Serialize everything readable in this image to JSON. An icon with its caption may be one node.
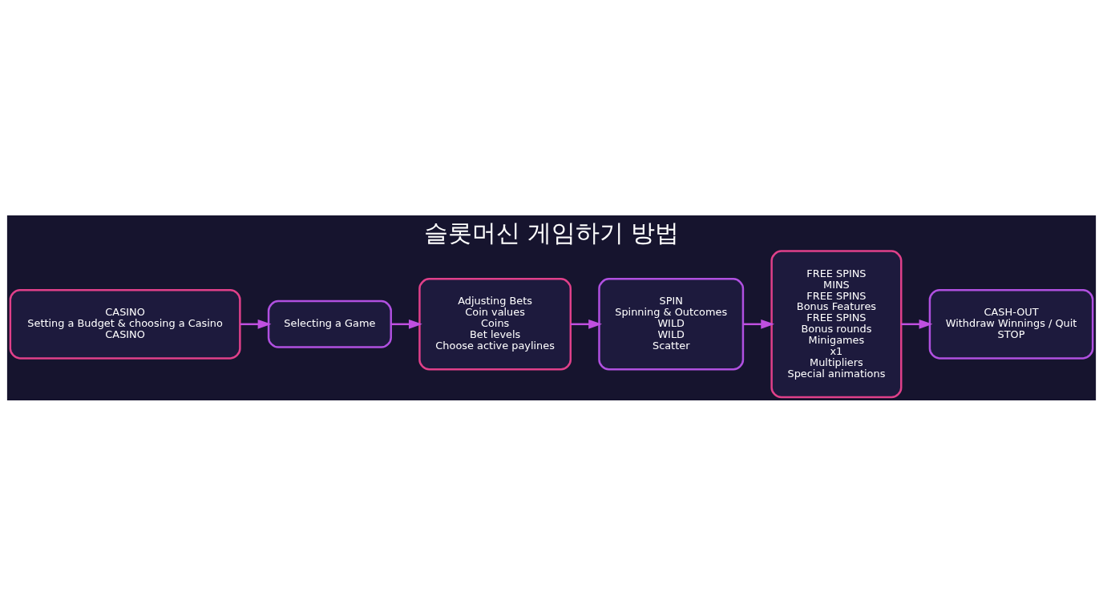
{
  "diagram": {
    "title": "슬롯머신 게임하기 방법",
    "nodes": [
      {
        "text": [
          "CASINO",
          "Setting a Budget & choosing a Casino",
          "CASINO"
        ]
      },
      {
        "text": [
          "Selecting a Game"
        ]
      },
      {
        "text": [
          "Adjusting Bets",
          "Coin values",
          "Coins",
          "Bet levels",
          "Choose active paylines"
        ]
      },
      {
        "text": [
          "SPIN",
          "Spinning & Outcomes",
          "WILD",
          "WILD",
          "Scatter"
        ]
      },
      {
        "text": [
          "FREE SPINS",
          "MINS",
          "FREE SPINS",
          "Bonus Features",
          "FREE SPINS",
          "Bonus rounds",
          "Minigames",
          "x1",
          "Multipliers",
          "Special animations"
        ]
      },
      {
        "text": [
          "CASH-OUT",
          "Withdraw Winnings / Quit",
          "STOP"
        ]
      }
    ],
    "edges": [
      {
        "from": 0,
        "to": 1,
        "arrow": "to"
      },
      {
        "from": 1,
        "to": 2,
        "arrow": "to"
      },
      {
        "from": 2,
        "to": 3,
        "arrow": "to"
      },
      {
        "from": 3,
        "to": 4,
        "arrow": "to"
      },
      {
        "from": 4,
        "to": 5,
        "arrow": "to"
      }
    ]
  }
}
